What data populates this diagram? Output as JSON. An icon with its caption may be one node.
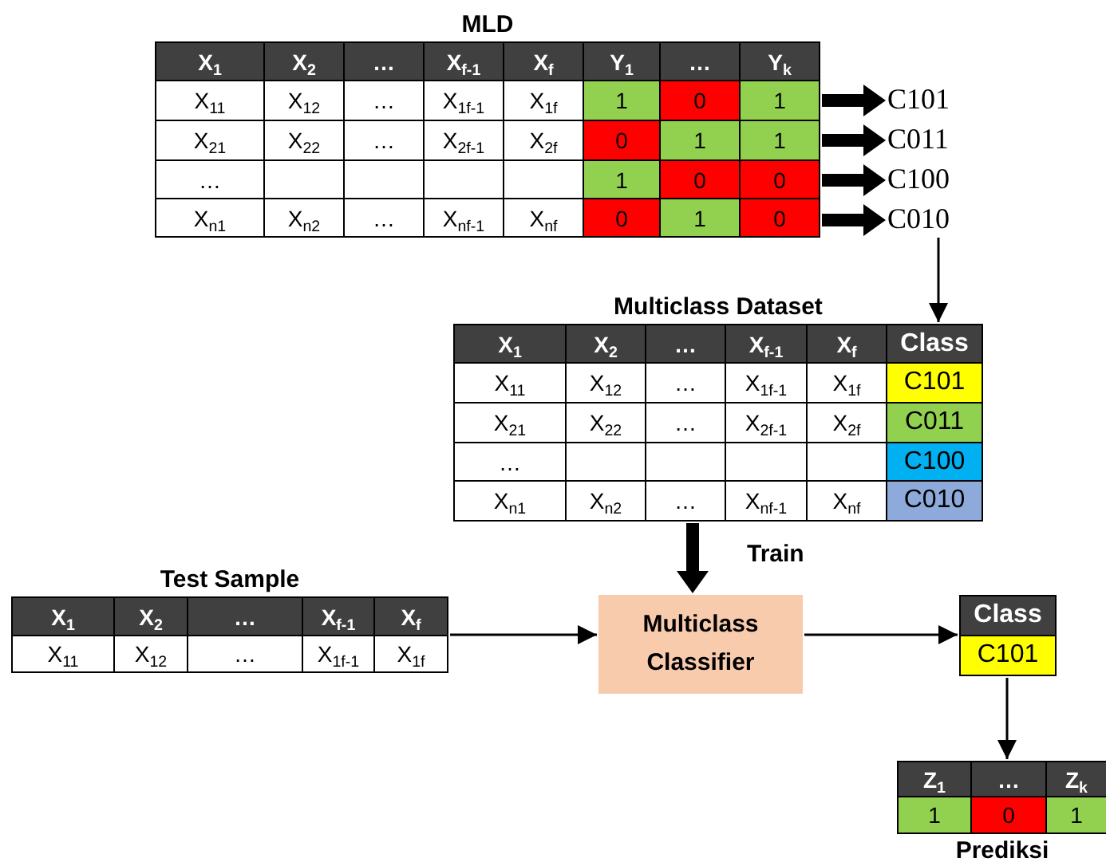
{
  "diagram": {
    "nodes": [
      {
        "text": [
          "MLD",
          "X$_{1}$",
          "X$_{2}$",
          "…",
          "X$_{f-1}$",
          "X$_{f}$",
          "Y$_{1}$",
          "…",
          "Y$_{k}$",
          "X$_{11}$",
          "X$_{12}$",
          "…",
          "X$_{1f-1}$",
          "X$_{1f}$",
          "1",
          "0",
          "1",
          "X$_{21}$",
          "X$_{22}$",
          "…",
          "X$_{2f-1}$",
          "X$_{2f}$",
          "0",
          "1",
          "1",
          "…",
          "1",
          "0",
          "0",
          "X$_{n1}$",
          "X$_{n2}$",
          "…",
          "X$_{nf-1}$",
          "X$_{nf}$",
          "0",
          "1",
          "0"
        ]
      },
      {
        "text": [
          "C101"
        ]
      },
      {
        "text": [
          "C011"
        ]
      },
      {
        "text": [
          "C100"
        ]
      },
      {
        "text": [
          "C010"
        ]
      },
      {
        "text": [
          "Multiclass Dataset",
          "X$_{1}$",
          "X$_{2}$",
          "…",
          "X$_{f-1}$",
          "X$_{f}$",
          "Class",
          "X$_{11}$",
          "X$_{12}$",
          "…",
          "X$_{1f-1}$",
          "X$_{1f}$",
          "C101",
          "X$_{21}$",
          "X$_{22}$",
          "…",
          "X$_{2f-1}$",
          "X$_{2f}$",
          "C011",
          "…",
          "C100",
          "X$_{n1}$",
          "X$_{n2}$",
          "…",
          "X$_{nf-1}$",
          "X$_{nf}$",
          "C010"
        ]
      },
      {
        "text": [
          "Test Sample",
          "X$_{1}$",
          "X$_{2}$",
          "…",
          "X$_{f-1}$",
          "X$_{f}$",
          "X$_{11}$",
          "X$_{12}$",
          "…",
          "X$_{1f-1}$",
          "X$_{1f}$"
        ]
      },
      {
        "text": [
          "Multiclass Classifier"
        ]
      },
      {
        "text": [
          "Class",
          "C101"
        ]
      },
      {
        "text": [
          "Z$_{1}$",
          "…",
          "Z$_{k}$",
          "1",
          "0",
          "1",
          "Prediksi"
        ]
      }
    ],
    "edges": [
      {
        "from": 0,
        "to": 1,
        "arrow": "to",
        "style": "thick"
      },
      {
        "from": 0,
        "to": 2,
        "arrow": "to",
        "style": "thick"
      },
      {
        "from": 0,
        "to": 3,
        "arrow": "to",
        "style": "thick"
      },
      {
        "from": 0,
        "to": 4,
        "arrow": "to",
        "style": "thick"
      },
      {
        "from": 4,
        "to": 5,
        "arrow": "to"
      },
      {
        "from": 5,
        "to": 7,
        "arrow": "to",
        "style": "thick",
        "label": "Train"
      },
      {
        "from": 6,
        "to": 7,
        "arrow": "to"
      },
      {
        "from": 7,
        "to": 8,
        "arrow": "to"
      },
      {
        "from": 8,
        "to": 9,
        "arrow": "to"
      }
    ]
  }
}
